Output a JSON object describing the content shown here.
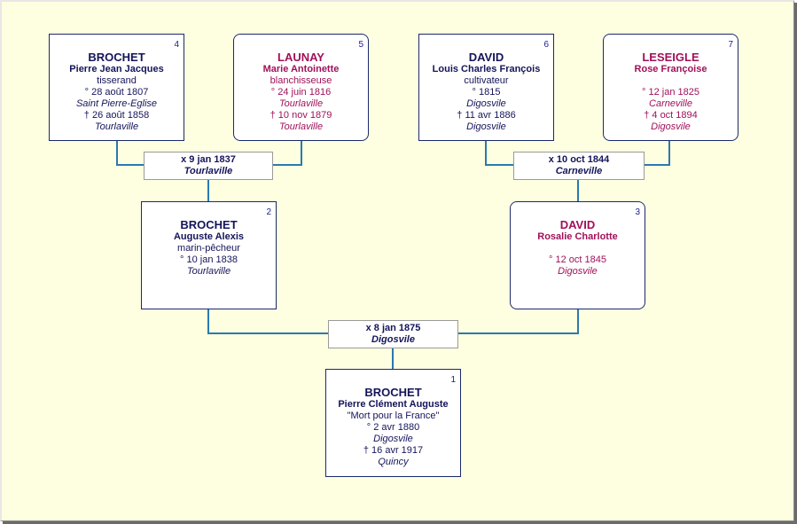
{
  "persons": {
    "p1": {
      "number": "1",
      "surname": "BROCHET",
      "given": "Pierre Clément Auguste",
      "note": "\"Mort pour la France\"",
      "birth": "° 2 avr 1880",
      "birth_place": "Digosvile",
      "death": "† 16 avr 1917",
      "death_place": "Quincy"
    },
    "p2": {
      "number": "2",
      "surname": "BROCHET",
      "given": "Auguste Alexis",
      "occupation": "marin-pêcheur",
      "birth": "° 10 jan 1838",
      "birth_place": "Tourlaville"
    },
    "p3": {
      "number": "3",
      "surname": "DAVID",
      "given": "Rosalie Charlotte",
      "birth": "° 12 oct 1845",
      "birth_place": "Digosvile"
    },
    "p4": {
      "number": "4",
      "surname": "BROCHET",
      "given": "Pierre Jean Jacques",
      "occupation": "tisserand",
      "birth": "° 28 août 1807",
      "birth_place": "Saint Pierre-Eglise",
      "death": "† 26 août 1858",
      "death_place": "Tourlaville"
    },
    "p5": {
      "number": "5",
      "surname": "LAUNAY",
      "given": "Marie Antoinette",
      "occupation": "blanchisseuse",
      "birth": "° 24 juin 1816",
      "birth_place": "Tourlaville",
      "death": "† 10 nov 1879",
      "death_place": "Tourlaville"
    },
    "p6": {
      "number": "6",
      "surname": "DAVID",
      "given": "Louis Charles François",
      "occupation": "cultivateur",
      "birth": "° 1815",
      "birth_place": "Digosvile",
      "death": "† 11 avr 1886",
      "death_place": "Digosvile"
    },
    "p7": {
      "number": "7",
      "surname": "LESEIGLE",
      "given": "Rose Françoise",
      "birth": "° 12 jan 1825",
      "birth_place": "Carneville",
      "death": "† 4 oct 1894",
      "death_place": "Digosvile"
    }
  },
  "marriages": {
    "m45": {
      "date": "x 9 jan 1837",
      "place": "Tourlaville"
    },
    "m67": {
      "date": "x 10 oct 1844",
      "place": "Carneville"
    },
    "m23": {
      "date": "x 8 jan 1875",
      "place": "Digosvile"
    }
  },
  "colors": {
    "male": "#14145a",
    "female": "#a0105a",
    "line": "#2a7ab0",
    "background": "#fefee0"
  }
}
